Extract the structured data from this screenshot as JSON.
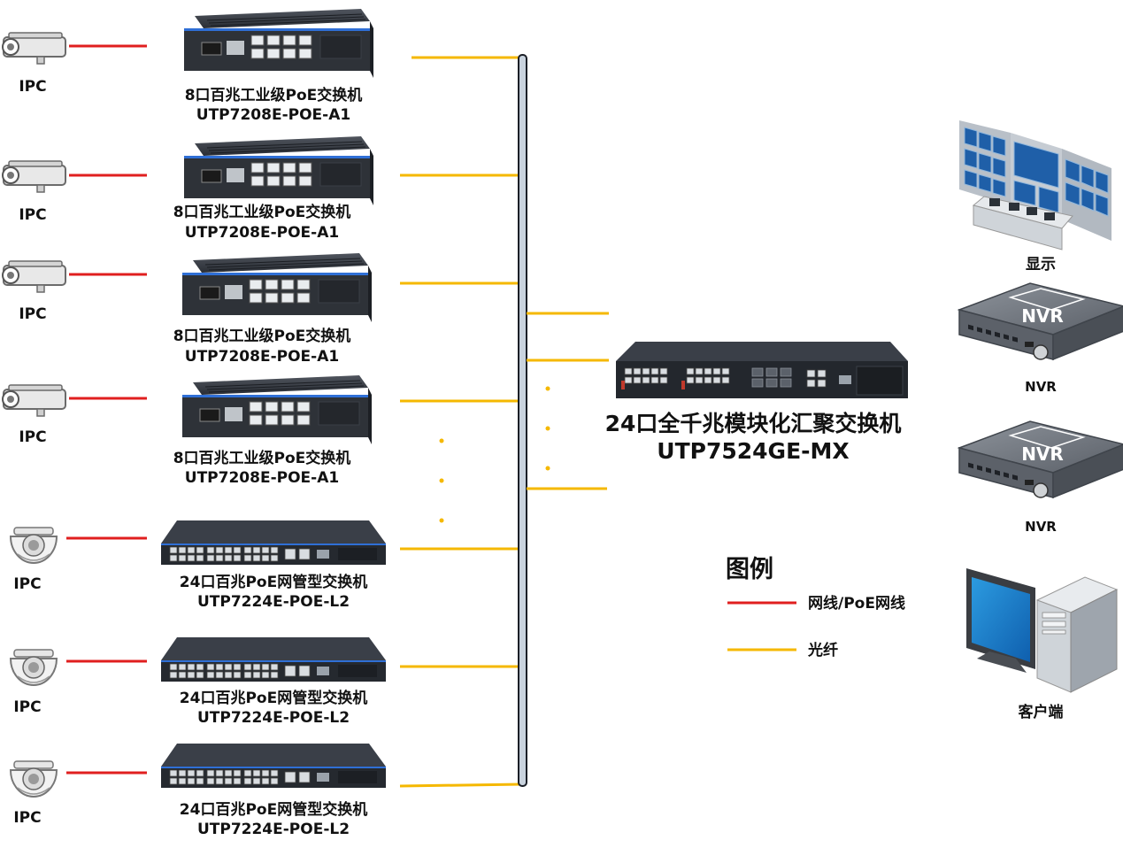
{
  "colors": {
    "network_cable": "#e01f1f",
    "fiber": "#f5b800",
    "backbone": "#c9d3de",
    "switch_body": "#2b2f36",
    "port_accent": "#2f6fd6"
  },
  "access_switches": [
    {
      "camera": "IPC",
      "camera_icon": "bullet-camera-icon",
      "switch_icon": "industrial-8port-switch-icon",
      "name": "8口百兆工业级PoE交换机",
      "model": "UTP7208E-POE-A1"
    },
    {
      "camera": "IPC",
      "camera_icon": "bullet-camera-icon",
      "switch_icon": "industrial-8port-switch-icon",
      "name": "8口百兆工业级PoE交换机",
      "model": "UTP7208E-POE-A1"
    },
    {
      "camera": "IPC",
      "camera_icon": "bullet-camera-icon",
      "switch_icon": "industrial-8port-switch-icon",
      "name": "8口百兆工业级PoE交换机",
      "model": "UTP7208E-POE-A1"
    },
    {
      "camera": "IPC",
      "camera_icon": "bullet-camera-icon",
      "switch_icon": "industrial-8port-switch-icon",
      "name": "8口百兆工业级PoE交换机",
      "model": "UTP7208E-POE-A1"
    },
    {
      "camera": "IPC",
      "camera_icon": "dome-camera-icon",
      "switch_icon": "rack-24port-switch-icon",
      "name": "24口百兆PoE网管型交换机",
      "model": "UTP7224E-POE-L2"
    },
    {
      "camera": "IPC",
      "camera_icon": "dome-camera-icon",
      "switch_icon": "rack-24port-switch-icon",
      "name": "24口百兆PoE网管型交换机",
      "model": "UTP7224E-POE-L2"
    },
    {
      "camera": "IPC",
      "camera_icon": "dome-camera-icon",
      "switch_icon": "rack-24port-switch-icon",
      "name": "24口百兆PoE网管型交换机",
      "model": "UTP7224E-POE-L2"
    }
  ],
  "core_switch": {
    "name": "24口全千兆模块化汇聚交换机",
    "model": "UTP7524GE-MX",
    "icon": "modular-core-switch-icon"
  },
  "endpoints": [
    {
      "label": "显示",
      "icon": "video-wall-icon"
    },
    {
      "label": "NVR",
      "icon": "nvr-icon",
      "badge": "NVR"
    },
    {
      "label": "NVR",
      "icon": "nvr-icon",
      "badge": "NVR"
    },
    {
      "label": "客户端",
      "icon": "desktop-computer-icon"
    }
  ],
  "legend": {
    "title": "图例",
    "items": [
      {
        "label": "网线/PoE网线",
        "kind": "network_cable"
      },
      {
        "label": "光纤",
        "kind": "fiber"
      }
    ]
  }
}
